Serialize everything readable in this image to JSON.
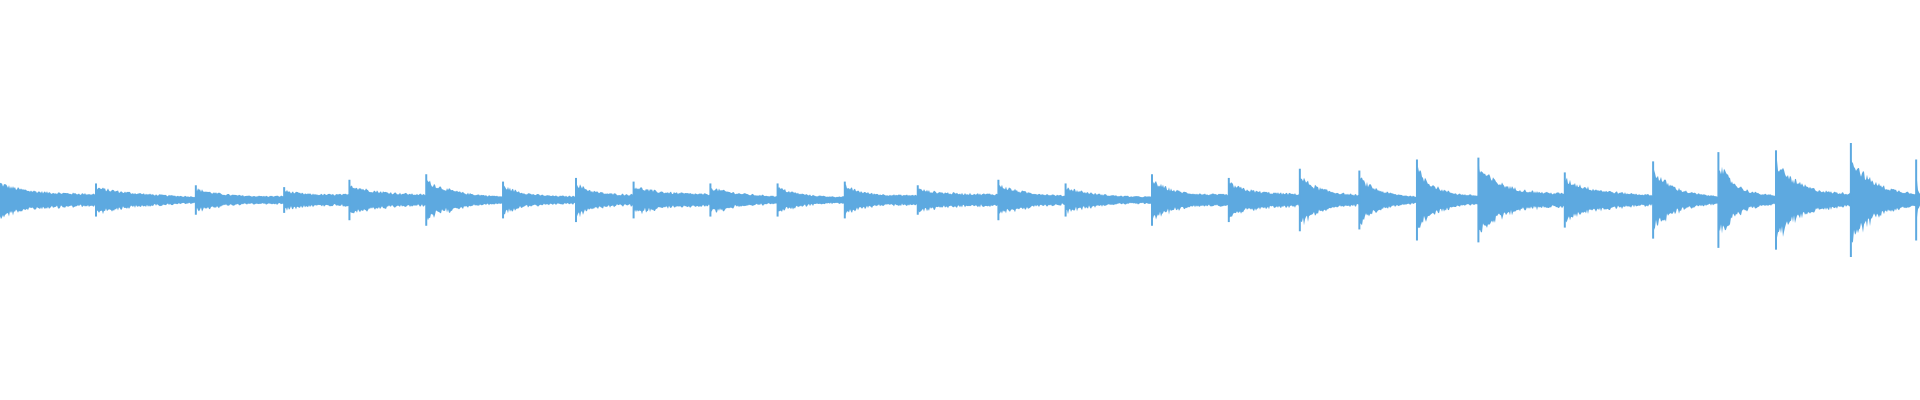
{
  "waveform": {
    "color": "#5DA9E0",
    "bar_color": "#5DA9E0",
    "onsets": [
      0.0,
      0.05,
      0.102,
      0.148,
      0.182,
      0.222,
      0.262,
      0.3,
      0.33,
      0.37,
      0.405,
      0.44,
      0.478,
      0.52,
      0.555,
      0.6,
      0.64,
      0.677,
      0.708,
      0.738,
      0.77,
      0.815,
      0.861,
      0.895,
      0.925,
      0.964,
      0.998,
      1.0
    ],
    "peaks": [
      0.24,
      0.18,
      0.16,
      0.14,
      0.22,
      0.28,
      0.2,
      0.24,
      0.2,
      0.18,
      0.18,
      0.2,
      0.16,
      0.22,
      0.18,
      0.28,
      0.24,
      0.34,
      0.32,
      0.44,
      0.46,
      0.3,
      0.42,
      0.52,
      0.54,
      0.62,
      0.44,
      0.2
    ]
  }
}
